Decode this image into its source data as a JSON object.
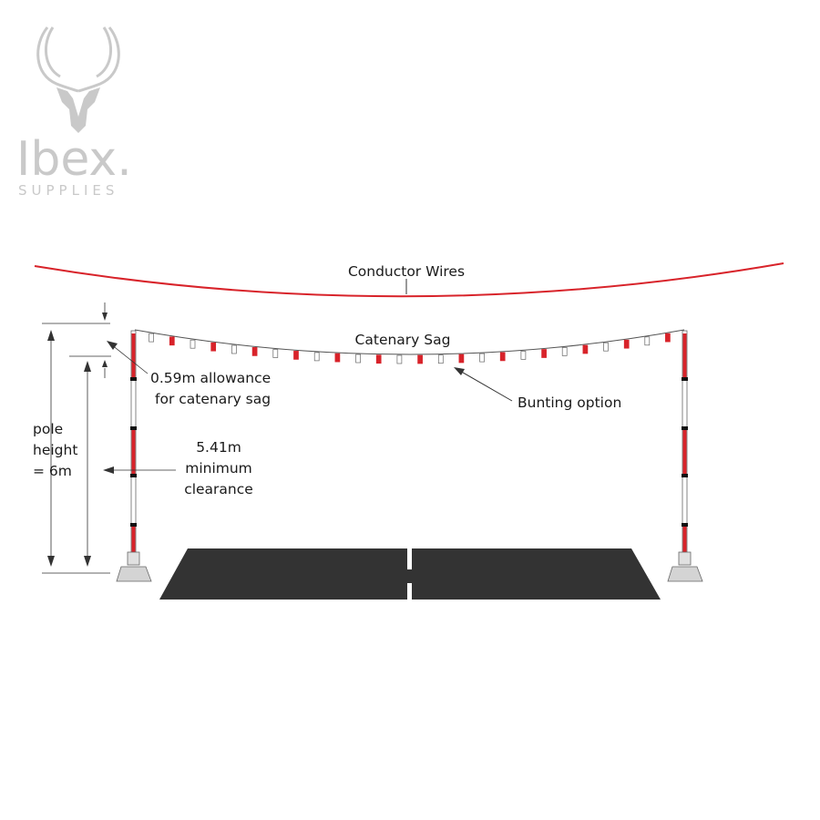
{
  "logo": {
    "brand": "Ibex.",
    "tagline": "SUPPLIES"
  },
  "labels": {
    "conductor_wires": "Conductor Wires",
    "catenary_sag": "Catenary Sag",
    "bunting_option": "Bunting option",
    "allowance_line1": "0.59m allowance",
    "allowance_line2": "for catenary sag",
    "clearance_line1": "5.41m",
    "clearance_line2": "minimum",
    "clearance_line3": "clearance",
    "pole_line1": "pole",
    "pole_line2": "height",
    "pole_line3": "= 6m"
  },
  "colors": {
    "conductor": "#d8232a",
    "pole_red": "#d8232a",
    "road": "#333333",
    "logo": "#c9c9c9",
    "base": "#d4d4d4"
  }
}
